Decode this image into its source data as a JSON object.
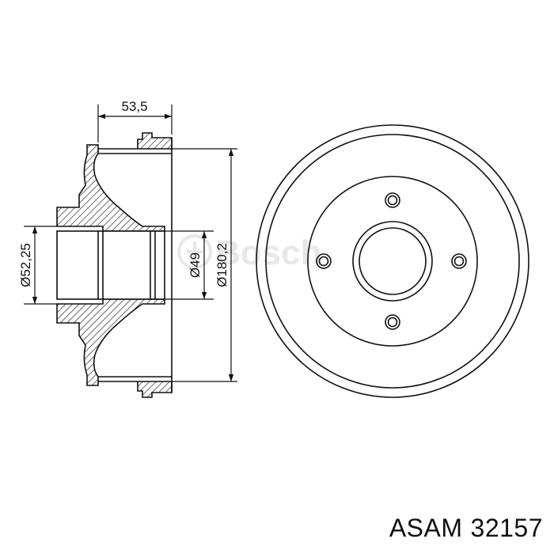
{
  "dimensions": {
    "depth": "53,5",
    "hub_outer_diameter": "Ø52,25",
    "hub_bore_diameter": "Ø49",
    "drum_diameter": "Ø180,2"
  },
  "watermark": {
    "text": "Bosch"
  },
  "caption": {
    "brand": "ASAM",
    "part_number": "32157"
  },
  "colors": {
    "line": "#111111",
    "hatch": "#444444",
    "watermark": "#d9d9d9"
  },
  "icons": {
    "watermark_logo": "bosch-logo-icon"
  }
}
